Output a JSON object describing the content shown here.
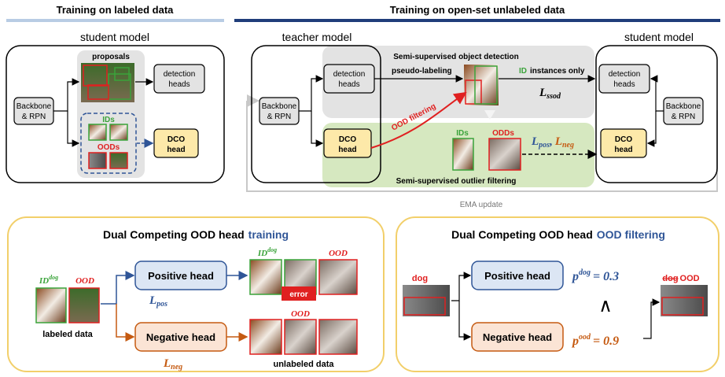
{
  "top_left": {
    "title": "Training on labeled data",
    "model_label": "student model",
    "backbone_line1": "Backbone",
    "backbone_line2": "& RPN",
    "proposals": "proposals",
    "detection_line1": "detection",
    "detection_line2": "heads",
    "ids": "IDs",
    "oods": "OODs",
    "dco_line1": "DCO",
    "dco_line2": "head"
  },
  "top_right": {
    "title": "Training on open-set unlabeled data",
    "teacher_label": "teacher model",
    "student_label": "student model",
    "backbone_line1": "Backbone",
    "backbone_line2": "& RPN",
    "detection_line1": "detection",
    "detection_line2": "heads",
    "dco_line1": "DCO",
    "dco_line2": "head",
    "ssod_title": "Semi-supervised object detection",
    "pseudo_labeling": "pseudo-labeling",
    "id_word": "ID",
    "instances_only": "instances only",
    "l_ssod_main": "L",
    "l_ssod_sub": "ssod",
    "ood_filtering": "OOD filtering",
    "ids": "IDs",
    "oods": "ODDs",
    "l_pos_main": "L",
    "l_pos_sub": "pos",
    "comma": ",",
    "l_neg_main": "L",
    "l_neg_sub": "neg",
    "outlier_title": "Semi-supervised outlier filtering",
    "ema": "EMA update"
  },
  "bottom_left": {
    "title_prefix": "Dual Competing OOD head",
    "title_suffix": "training",
    "id_main": "ID",
    "id_sup": "dog",
    "ood": "OOD",
    "labeled_data": "labeled data",
    "positive_head": "Positive head",
    "negative_head": "Negative head",
    "l_pos_main": "L",
    "l_pos_sub": "pos",
    "l_neg_main": "L",
    "l_neg_sub": "neg",
    "id_top_main": "ID",
    "id_top_sup": "dog",
    "ood_top": "OOD",
    "ood_mid": "OOD",
    "error": "error",
    "unlabeled_data": "unlabeled data"
  },
  "bottom_right": {
    "title_prefix": "Dual Competing OOD head",
    "title_suffix": "OOD filtering",
    "dog_label": "dog",
    "positive_head": "Positive head",
    "negative_head": "Negative head",
    "p_dog_main": "p",
    "p_dog_sup": "dog",
    "p_dog_val": "= 0.3",
    "and_symbol": "∧",
    "p_ood_main": "p",
    "p_ood_sup": "ood",
    "p_ood_val": "= 0.9",
    "result_struck": "dog",
    "result_ood": "OOD"
  },
  "colors": {
    "title_bar_light": "#b8cce4",
    "title_bar_dark": "#1f3d7a",
    "yellow_box": "#fde9a9",
    "gray_panel": "#e3e3e3",
    "green_panel": "#d6e8c0",
    "blue_head": "#dce6f4",
    "orange_head": "#fbe4d5",
    "id_green": "#3aa33a",
    "ood_red": "#e02020",
    "pos_blue": "#2f5597",
    "neg_orange": "#c55a11"
  }
}
